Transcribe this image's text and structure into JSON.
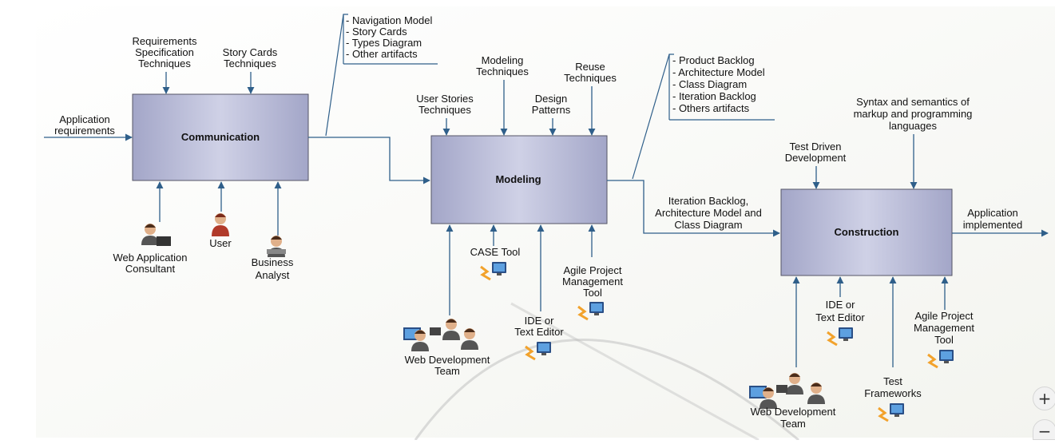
{
  "processes": {
    "communication": "Communication",
    "modeling": "Modeling",
    "construction": "Construction"
  },
  "labels": {
    "app_requirements": [
      "Application",
      "requirements"
    ],
    "req_spec": [
      "Requirements",
      "Specification",
      "Techniques"
    ],
    "story_cards": [
      "Story Cards",
      "Techniques"
    ],
    "artifacts1": [
      "- Navigation Model",
      "- Story Cards",
      "- Types Diagram",
      "- Other artifacts"
    ],
    "web_consultant": [
      "Web Application",
      "Consultant"
    ],
    "user": "User",
    "business_analyst": [
      "Business",
      "Analyst"
    ],
    "modeling_tech": [
      "Modeling",
      "Techniques"
    ],
    "user_stories": [
      "User Stories",
      "Techniques"
    ],
    "design_patterns": [
      "Design",
      "Patterns"
    ],
    "reuse": [
      "Reuse",
      "Techniques"
    ],
    "artifacts2": [
      "- Product Backlog",
      "- Architecture Model",
      "- Class Diagram",
      "- Iteration Backlog",
      "- Others artifacts"
    ],
    "case_tool": "CASE Tool",
    "agile_pm_tool": [
      "Agile Project",
      "Management",
      "Tool"
    ],
    "ide_editor": [
      "IDE or",
      "Text Editor"
    ],
    "web_dev_team": [
      "Web Development",
      "Team"
    ],
    "iteration_backlog": [
      "Iteration Backlog,",
      "Architecture Model and",
      "Class Diagram"
    ],
    "syntax": [
      "Syntax and semantics of",
      "markup and programming",
      "languages"
    ],
    "tdd": [
      "Test Driven",
      "Development"
    ],
    "app_implemented": [
      "Application",
      "implemented"
    ],
    "ide_editor2": [
      "IDE or",
      "Text Editor"
    ],
    "agile_pm_tool2": [
      "Agile Project",
      "Management",
      "Tool"
    ],
    "test_frameworks": [
      "Test",
      "Frameworks"
    ],
    "web_dev_team2": [
      "Web Development",
      "Team"
    ]
  },
  "zoom": {
    "in": "+",
    "out": "−"
  },
  "colors": {
    "process_fill": "#aaaccc",
    "arrow": "#2f5f8a"
  }
}
